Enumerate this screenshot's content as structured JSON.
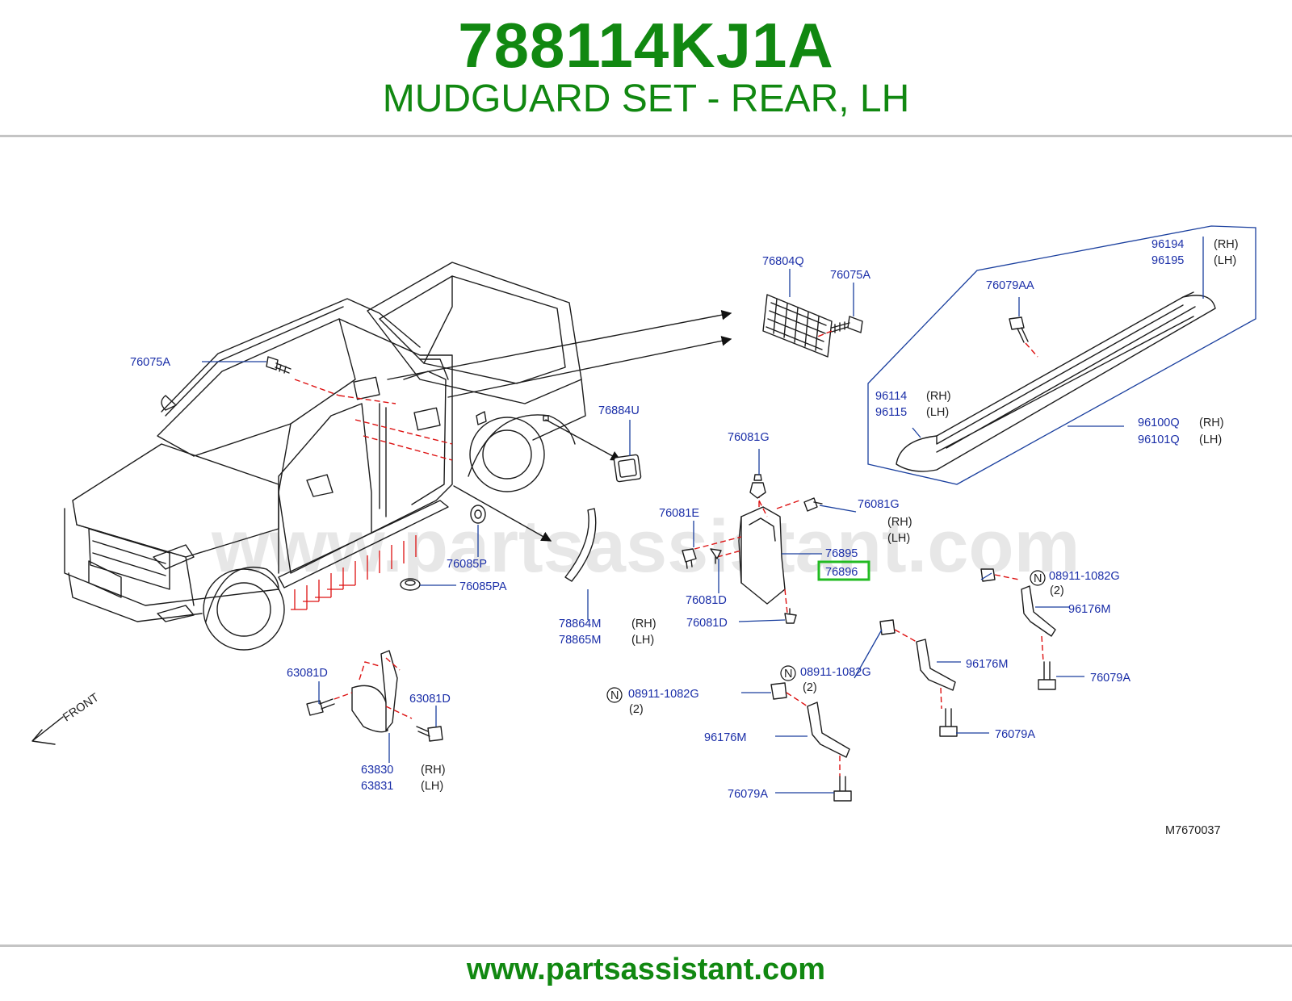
{
  "header": {
    "part_number": "788114KJ1A",
    "part_name": "MUDGUARD SET - REAR, LH"
  },
  "footer": {
    "url": "www.partsassistant.com"
  },
  "watermark": "www.partsassistant.com",
  "diagram": {
    "code": "M7670037",
    "front_label": "FRONT",
    "highlight_color": "#22bb22",
    "callouts": {
      "c76804Q": "76804Q",
      "c76075A_top": "76075A",
      "c76075A_left": "76075A",
      "c76884U": "76884U",
      "c76081G_top": "76081G",
      "c76081G_right": "76081G",
      "c76081E": "76081E",
      "c76895": "76895",
      "c76896": "76896",
      "c76081D_a": "76081D",
      "c76081D_b": "76081D",
      "c76085P": "76085P",
      "c76085PA": "76085PA",
      "c78864M": "78864M",
      "c78865M": "78865M",
      "c63081D_a": "63081D",
      "c63081D_b": "63081D",
      "c63830": "63830",
      "c63831": "63831",
      "c96194": "96194",
      "c96195": "96195",
      "c76079AA": "76079AA",
      "c96114": "96114",
      "c96115": "96115",
      "c96100Q": "96100Q",
      "c96101Q": "96101Q",
      "c08911_a": "08911-1082G",
      "c08911_b": "08911-1082G",
      "c08911_c": "08911-1082G",
      "qty_a": "(2)",
      "qty_b": "(2)",
      "qty_c": "(2)",
      "c96176M_a": "96176M",
      "c96176M_b": "96176M",
      "c96176M_c": "96176M",
      "c76079A_a": "76079A",
      "c76079A_b": "76079A",
      "c76079A_c": "76079A",
      "n_symbol": "N"
    },
    "sides": {
      "rh": "(RH)",
      "lh": "(LH)"
    }
  }
}
